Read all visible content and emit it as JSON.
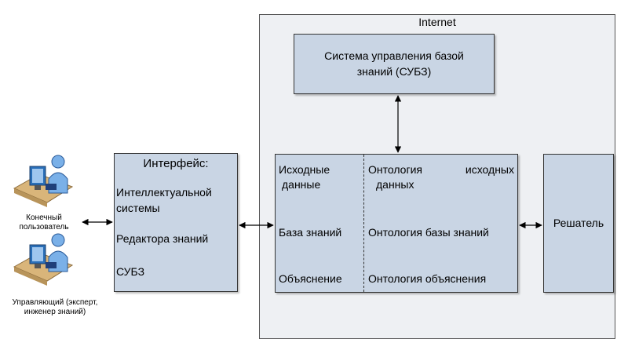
{
  "internet": {
    "label": "Internet"
  },
  "kms": {
    "line1": "Система управления базой",
    "line2": "знаний (СУБЗ)"
  },
  "interface": {
    "title": "Интерфейс:",
    "item1_line1": "Интеллектуальной",
    "item1_line2": "системы",
    "item2": "Редактора знаний",
    "item3": "СУБЗ"
  },
  "knowledge_base": {
    "left": {
      "row1_line1": "Исходные",
      "row1_line2": "данные",
      "row2": "База знаний",
      "row3": "Объяснение"
    },
    "right": {
      "row1_line1a": "Онтология",
      "row1_line1b": "исходных",
      "row1_line2": "данных",
      "row2": "Онтология базы знаний",
      "row3": "Онтология объяснения"
    }
  },
  "solver": {
    "label": "Решатель"
  },
  "users": {
    "end_user_line1": "Конечный",
    "end_user_line2": "пользователь",
    "manager_line1": "Управляющий (эксперт,",
    "manager_line2": "инженер знаний)"
  },
  "colors": {
    "box_fill": "#c9d5e4",
    "area_fill": "#eef0f3"
  }
}
